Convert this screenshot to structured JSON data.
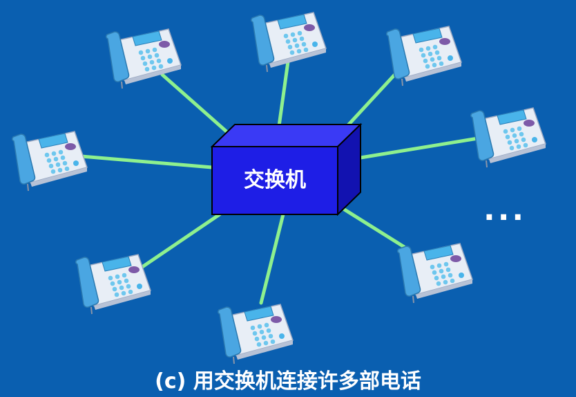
{
  "diagram": {
    "switch_label": "交换机",
    "ellipsis": "...",
    "caption": "(c) 用交换机连接许多部电话"
  },
  "colors": {
    "background": "#0a5fb0",
    "switch_front": "#1e1ee6",
    "switch_top": "#3a3af5",
    "switch_side": "#1212b0",
    "link": "#8ef08e",
    "phone_body": "#e8eef6",
    "phone_handset": "#4aa6e2",
    "phone_screen": "#49b4ea",
    "phone_keys": "#6ec7ee",
    "phone_accent": "#7d5aa8"
  },
  "icons": [
    "telephone-icon",
    "switch-box"
  ]
}
